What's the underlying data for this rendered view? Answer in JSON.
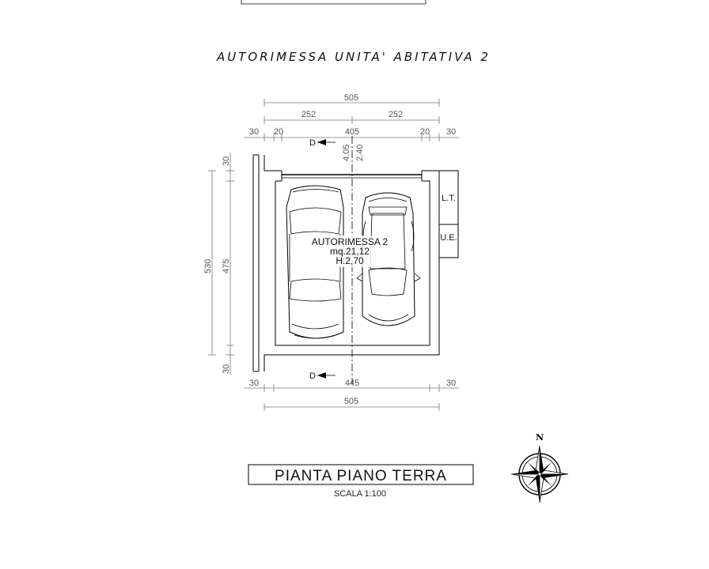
{
  "header_title": "AUTORIMESSA UNITA' ABITATIVA 2",
  "dimensions": {
    "top_total": "505",
    "top_half_left": "252",
    "top_half_right": "252",
    "top_wall_left": "30",
    "top_gap_left": "20",
    "top_inner": "405",
    "top_gap_right": "20",
    "top_wall_right": "30",
    "door_height_a": "4.05",
    "door_height_b": "2.40",
    "side_total": "530",
    "side_inner": "475",
    "side_wall_top": "30",
    "side_wall_bottom": "30",
    "bottom_wall_left": "30",
    "bottom_inner": "445",
    "bottom_wall_right": "30",
    "bottom_total": "505"
  },
  "section_markers": {
    "top": "D",
    "bottom": "D"
  },
  "room": {
    "name": "AUTORIMESSA 2",
    "area": "mq.21,12",
    "height": "H.2,70"
  },
  "meter_boxes": {
    "lt": "L.T.",
    "ue": "U.E."
  },
  "plan_title": "PIANTA PIANO TERRA",
  "scale_label": "SCALA 1:100",
  "north_label": "N"
}
